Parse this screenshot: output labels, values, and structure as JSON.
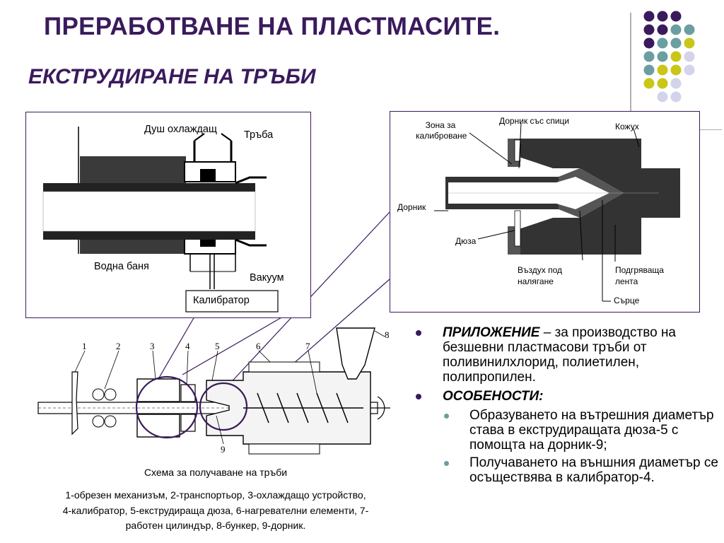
{
  "header": {
    "title": "ПРЕРАБОТВАНЕ НА ПЛАСТМАСИТЕ.",
    "subtitle": "ЕКСТРУДИРАНЕ НА ТРЪБИ"
  },
  "colors": {
    "purple": "#3a1a5c",
    "teal": "#6b9ea0",
    "olive": "#c9c618",
    "lavender": "#d3d3ea"
  },
  "left_detail": {
    "shower_label": "Душ охлаждащ",
    "pipe_label": "Тръба",
    "bath_label": "Водна баня",
    "vacuum_label": "Вакуум",
    "calibrator_label": "Калибратор"
  },
  "right_detail": {
    "calib_zone_label": "Зона за калиброване",
    "spoke_mandrel_label": "Дорник със спици",
    "housing_label": "Кожух",
    "mandrel_label": "Дорник",
    "nozzle_label": "Дюза",
    "air_label": "Въздух под налягане",
    "heater_label": "Подгряваща лента",
    "core_label": "Сърце"
  },
  "schema": {
    "numbers": [
      "1",
      "2",
      "3",
      "4",
      "5",
      "6",
      "7",
      "8",
      "9"
    ],
    "caption": "Схема за получаване на тръби",
    "legend_lines": [
      "1-обрезен механизъм, 2-транспортьор, 3-охлаждащо устройство,",
      "4-калибратор, 5-екструдираща дюза, 6-нагревателни елементи, 7-",
      "работен цилиндър, 8-бункер, 9-дорник."
    ]
  },
  "bullets": {
    "application_term": "ПРИЛОЖЕНИЕ",
    "application_text": " – за производство на безшевни пластмасови тръби от поливинилхлорид, полиетилен, полипропилен.",
    "features_term": "ОСОБЕНОСТИ:",
    "sub_items": [
      "Образуването на вътрешния диаметър става в екструдиращата дюза-5 с помощта на дорник-9;",
      "Получаването на външния диаметър се осъществява в калибратор-4."
    ]
  }
}
